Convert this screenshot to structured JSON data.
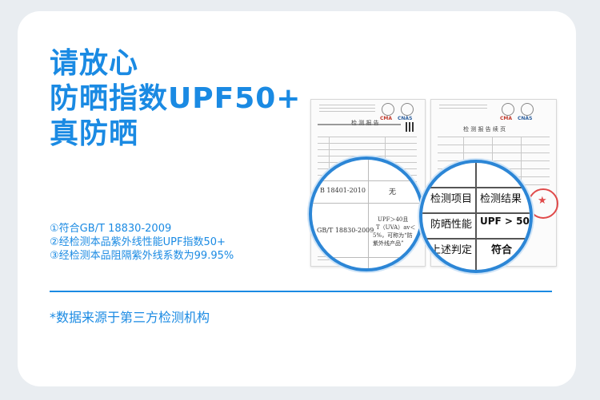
{
  "headline": {
    "line1": "请放心",
    "line2": "防晒指数UPF50+",
    "line3": "真防晒"
  },
  "points": [
    "①符合GB/T 18830-2009",
    "②经检测本品紫外线性能UPF指数50+",
    "③经检测本品阻隔紫外线系数为99.95%"
  ],
  "note": "*数据来源于第三方检测机构",
  "doc_left": {
    "title": "检 测 报 告"
  },
  "doc_right": {
    "title": "检 测 报 告 续 页"
  },
  "logos": {
    "ma": "CMA",
    "cnas": "CNAS"
  },
  "mag_left": {
    "row1_std": "B 18401-2010",
    "row1_result": "无",
    "row2_std": "GB/T 18830-2009",
    "row2_result_lines": [
      "UPF＞40且",
      "T（UVA）av＜",
      "5%，可称为“防",
      "紫外线产品”"
    ]
  },
  "mag_right": {
    "header_item": "检测项目",
    "header_result": "检测结果",
    "row1_item": "防晒性能",
    "row1_result": "UPF > 50",
    "row2_item": "上述判定",
    "row2_result": "符合"
  },
  "colors": {
    "accent": "#1a8ae3",
    "stamp": "#e04a4a",
    "lens": "#2c86d6"
  }
}
